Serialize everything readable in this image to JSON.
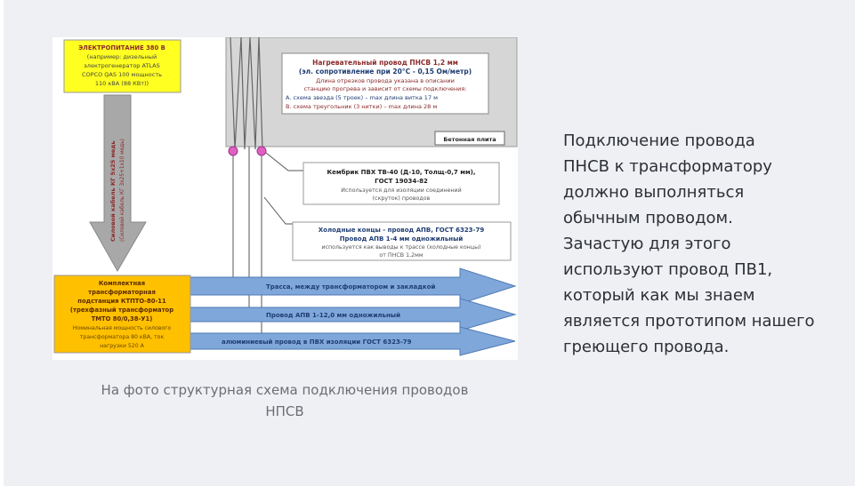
{
  "figure": {
    "power": [
      "ЭЛЕКТРОПИТАНИЕ 380 В",
      "(например: дизельный",
      "электрогенератор ATLAS",
      "COPCO QAS 100  мощность",
      "110 кВА (88 КВт))"
    ],
    "cable": [
      "Силовой кабель КГ 5х25 медь",
      "(Силовой кабель КГ 3х25+1х10 медь)"
    ],
    "heater": [
      "Нагревательный провод ПНСВ 1,2 мм",
      "(эл. сопротивление при 20°С - 0,15 Ом/метр)",
      "Длина отрезков провода указана в описании",
      "станцию прогрева и зависит от схемы подключения:",
      "A.  схема звезда (5 троек) – max длина витка 17 м",
      "B.  схема треугольник (3 нитки) – max длина 28 м"
    ],
    "slab": "Бетонная плита",
    "kembrik": [
      "Кембрик ПВХ ТВ-40 (Д-10, Толщ-0,7 мм),",
      "ГОСТ 19034-82",
      "Используется для изоляции соединений",
      "(скруток) проводов"
    ],
    "cold": [
      "Холодные концы - провод АПВ, ГОСТ 6323-79",
      "Провод АПВ 1-4 мм одножильный",
      "используется как выводы к трассе (холодные концы)",
      "от ПНСВ 1,2мм"
    ],
    "substation": [
      "Комплектная",
      "трансформаторная",
      "подстанция КТПТО-80-11",
      "(трехфазный трансформатор",
      "ТМТО 80/0,38-У1)",
      "Номинальная мощность силового",
      "трансформатора 80 кВА, ток",
      "нагрузки 520 А"
    ],
    "arrows": [
      "Трасса, между трансформатором и закладкой",
      "Провод АПВ 1-12,0 мм одножильный",
      "алюминиевый провод в ПВХ изоляции ГОСТ 6323-79"
    ]
  },
  "caption": [
    "На фото структурная схема подключения проводов",
    "НПСВ"
  ],
  "paragraph": [
    "Подключение провода",
    "ПНСВ к трансформатору",
    "должно выполняться",
    "обычным проводом.",
    "Зачастую для этого",
    "используют провод ПВ1,",
    "который как мы знаем",
    "является прототипом нашего",
    "греющего провода."
  ]
}
